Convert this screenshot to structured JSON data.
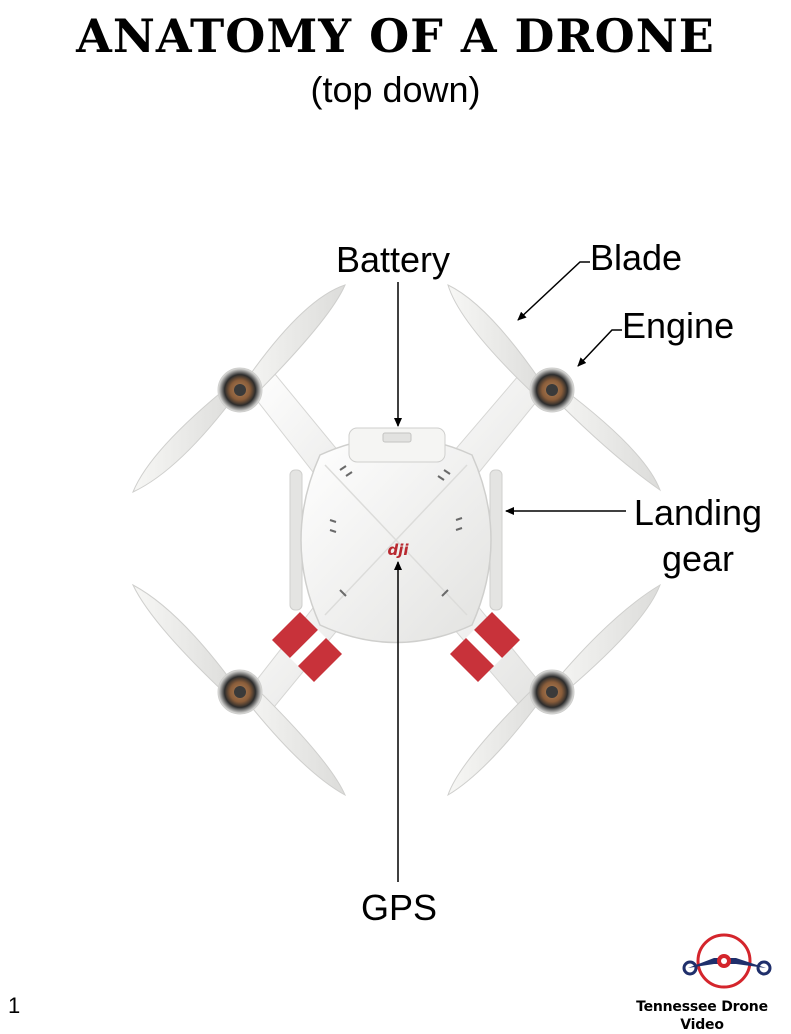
{
  "header": {
    "title": "ANATOMY OF A DRONE",
    "subtitle": "(top down)"
  },
  "labels": {
    "battery": "Battery",
    "blade": "Blade",
    "engine": "Engine",
    "landing_gear_line1": "Landing",
    "landing_gear_line2": "gear",
    "gps": "GPS"
  },
  "drone": {
    "logo_text": "dji",
    "body_color": "#f2f2f0",
    "stripe_color": "#c8323a"
  },
  "footer": {
    "page_number": "1",
    "brand": "Tennessee Drone Video"
  },
  "brand_colors": {
    "navy": "#1f2f6b",
    "red": "#d4252c"
  }
}
